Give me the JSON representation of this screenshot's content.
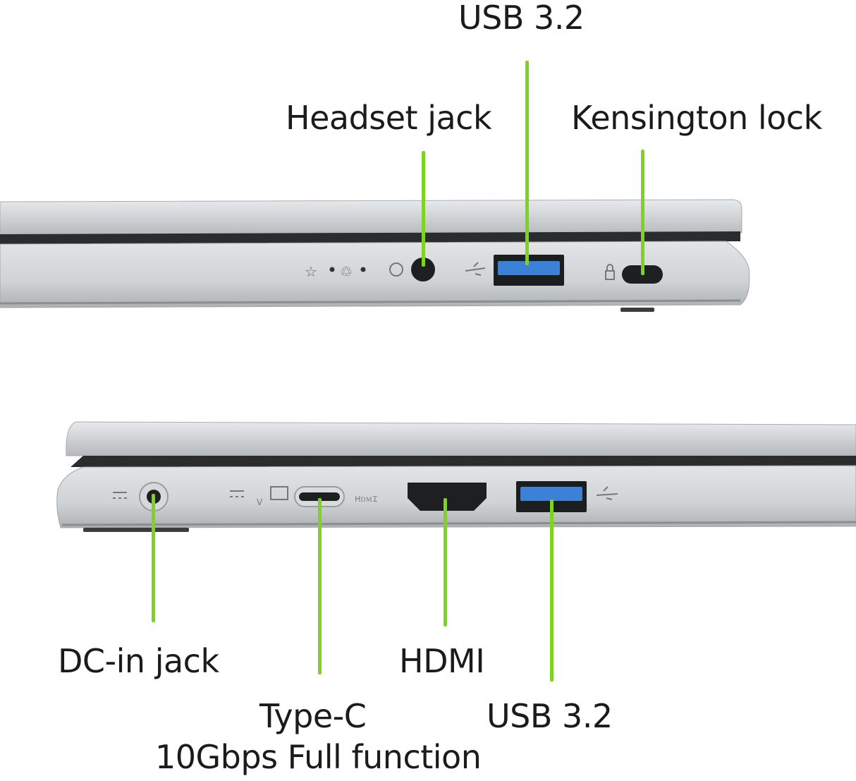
{
  "top_view": {
    "labels": {
      "usb": "USB 3.2",
      "headset": "Headset jack",
      "kensington": "Kensington lock"
    }
  },
  "bottom_view": {
    "labels": {
      "dc_in": "DC-in jack",
      "type_c_line1": "Type-C",
      "type_c_line2": "10Gbps Full function",
      "hdmi": "HDMI",
      "usb": "USB 3.2"
    }
  },
  "colors": {
    "leader_line": "#7ed321",
    "chassis": "#c9cccf",
    "usb_port": "#3b82d6",
    "label_text": "#1b1b1b"
  },
  "icons": [
    "power-led-icon",
    "battery-led-icon",
    "headset-icon",
    "usb-icon",
    "lock-icon",
    "dc-icon",
    "type-c-icon",
    "hdmi-icon"
  ]
}
